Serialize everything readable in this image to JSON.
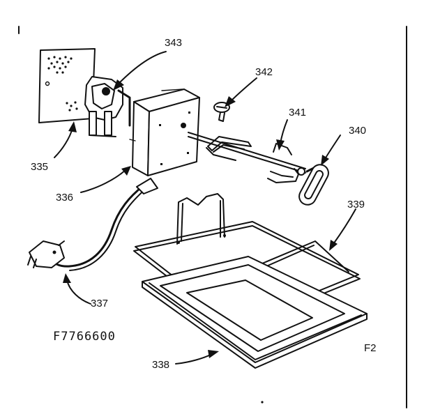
{
  "diagram": {
    "drawing_code": "F7766600",
    "figure_ref": "F2",
    "parts": [
      {
        "number": "335",
        "icon": "mounting-plate"
      },
      {
        "number": "336",
        "icon": "rotisserie-motor"
      },
      {
        "number": "337",
        "icon": "power-cord"
      },
      {
        "number": "338",
        "icon": "drip-pan"
      },
      {
        "number": "339",
        "icon": "rotisserie-rack"
      },
      {
        "number": "340",
        "icon": "handle"
      },
      {
        "number": "341",
        "icon": "spit-forks"
      },
      {
        "number": "342",
        "icon": "screw"
      },
      {
        "number": "343",
        "icon": "motor-bracket"
      }
    ]
  }
}
